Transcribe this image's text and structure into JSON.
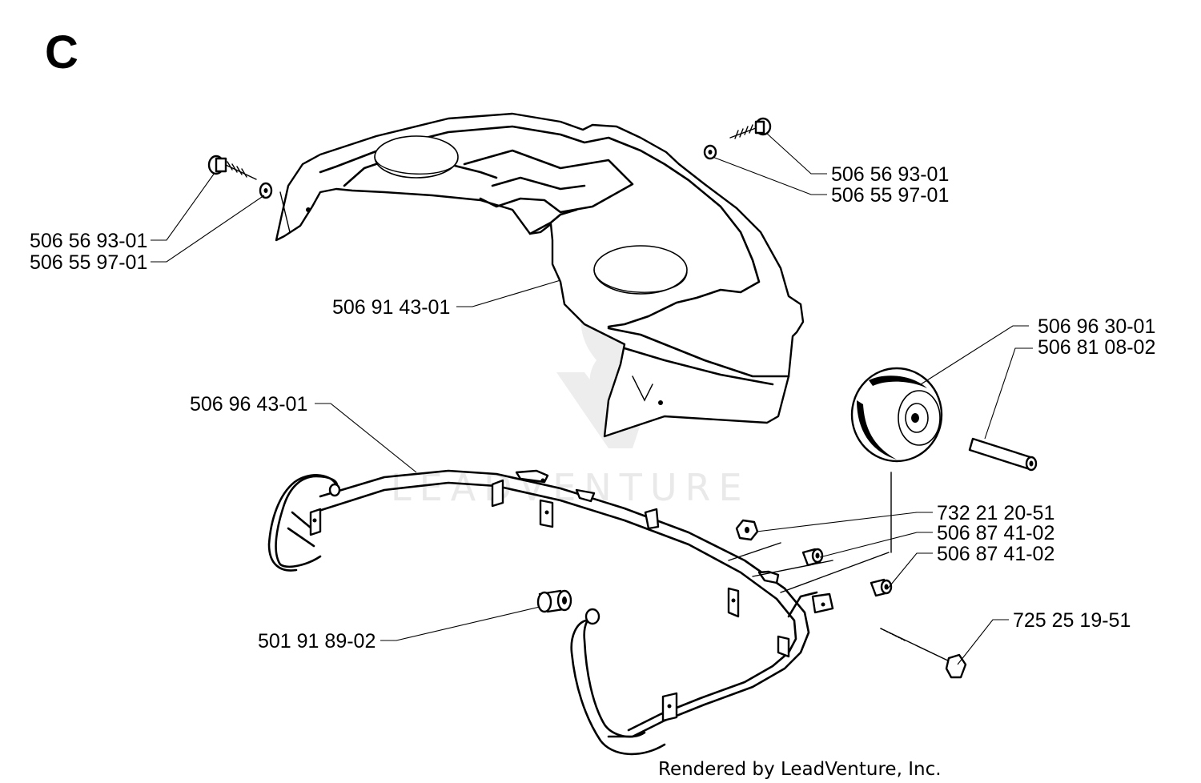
{
  "diagram": {
    "section_letter": "C",
    "credit": "Rendered by LeadVenture, Inc.",
    "watermark": "LEADVENTURE",
    "part_labels": [
      "506 56 93-01",
      "506 55 97-01",
      "506 56 93-01",
      "506 55 97-01",
      "506 91 43-01",
      "506 96 30-01",
      "506 81 08-02",
      "506 96 43-01",
      "732 21 20-51",
      "506 87 41-02",
      "506 87 41-02",
      "725 25 19-51",
      "501 91 89-02"
    ]
  }
}
